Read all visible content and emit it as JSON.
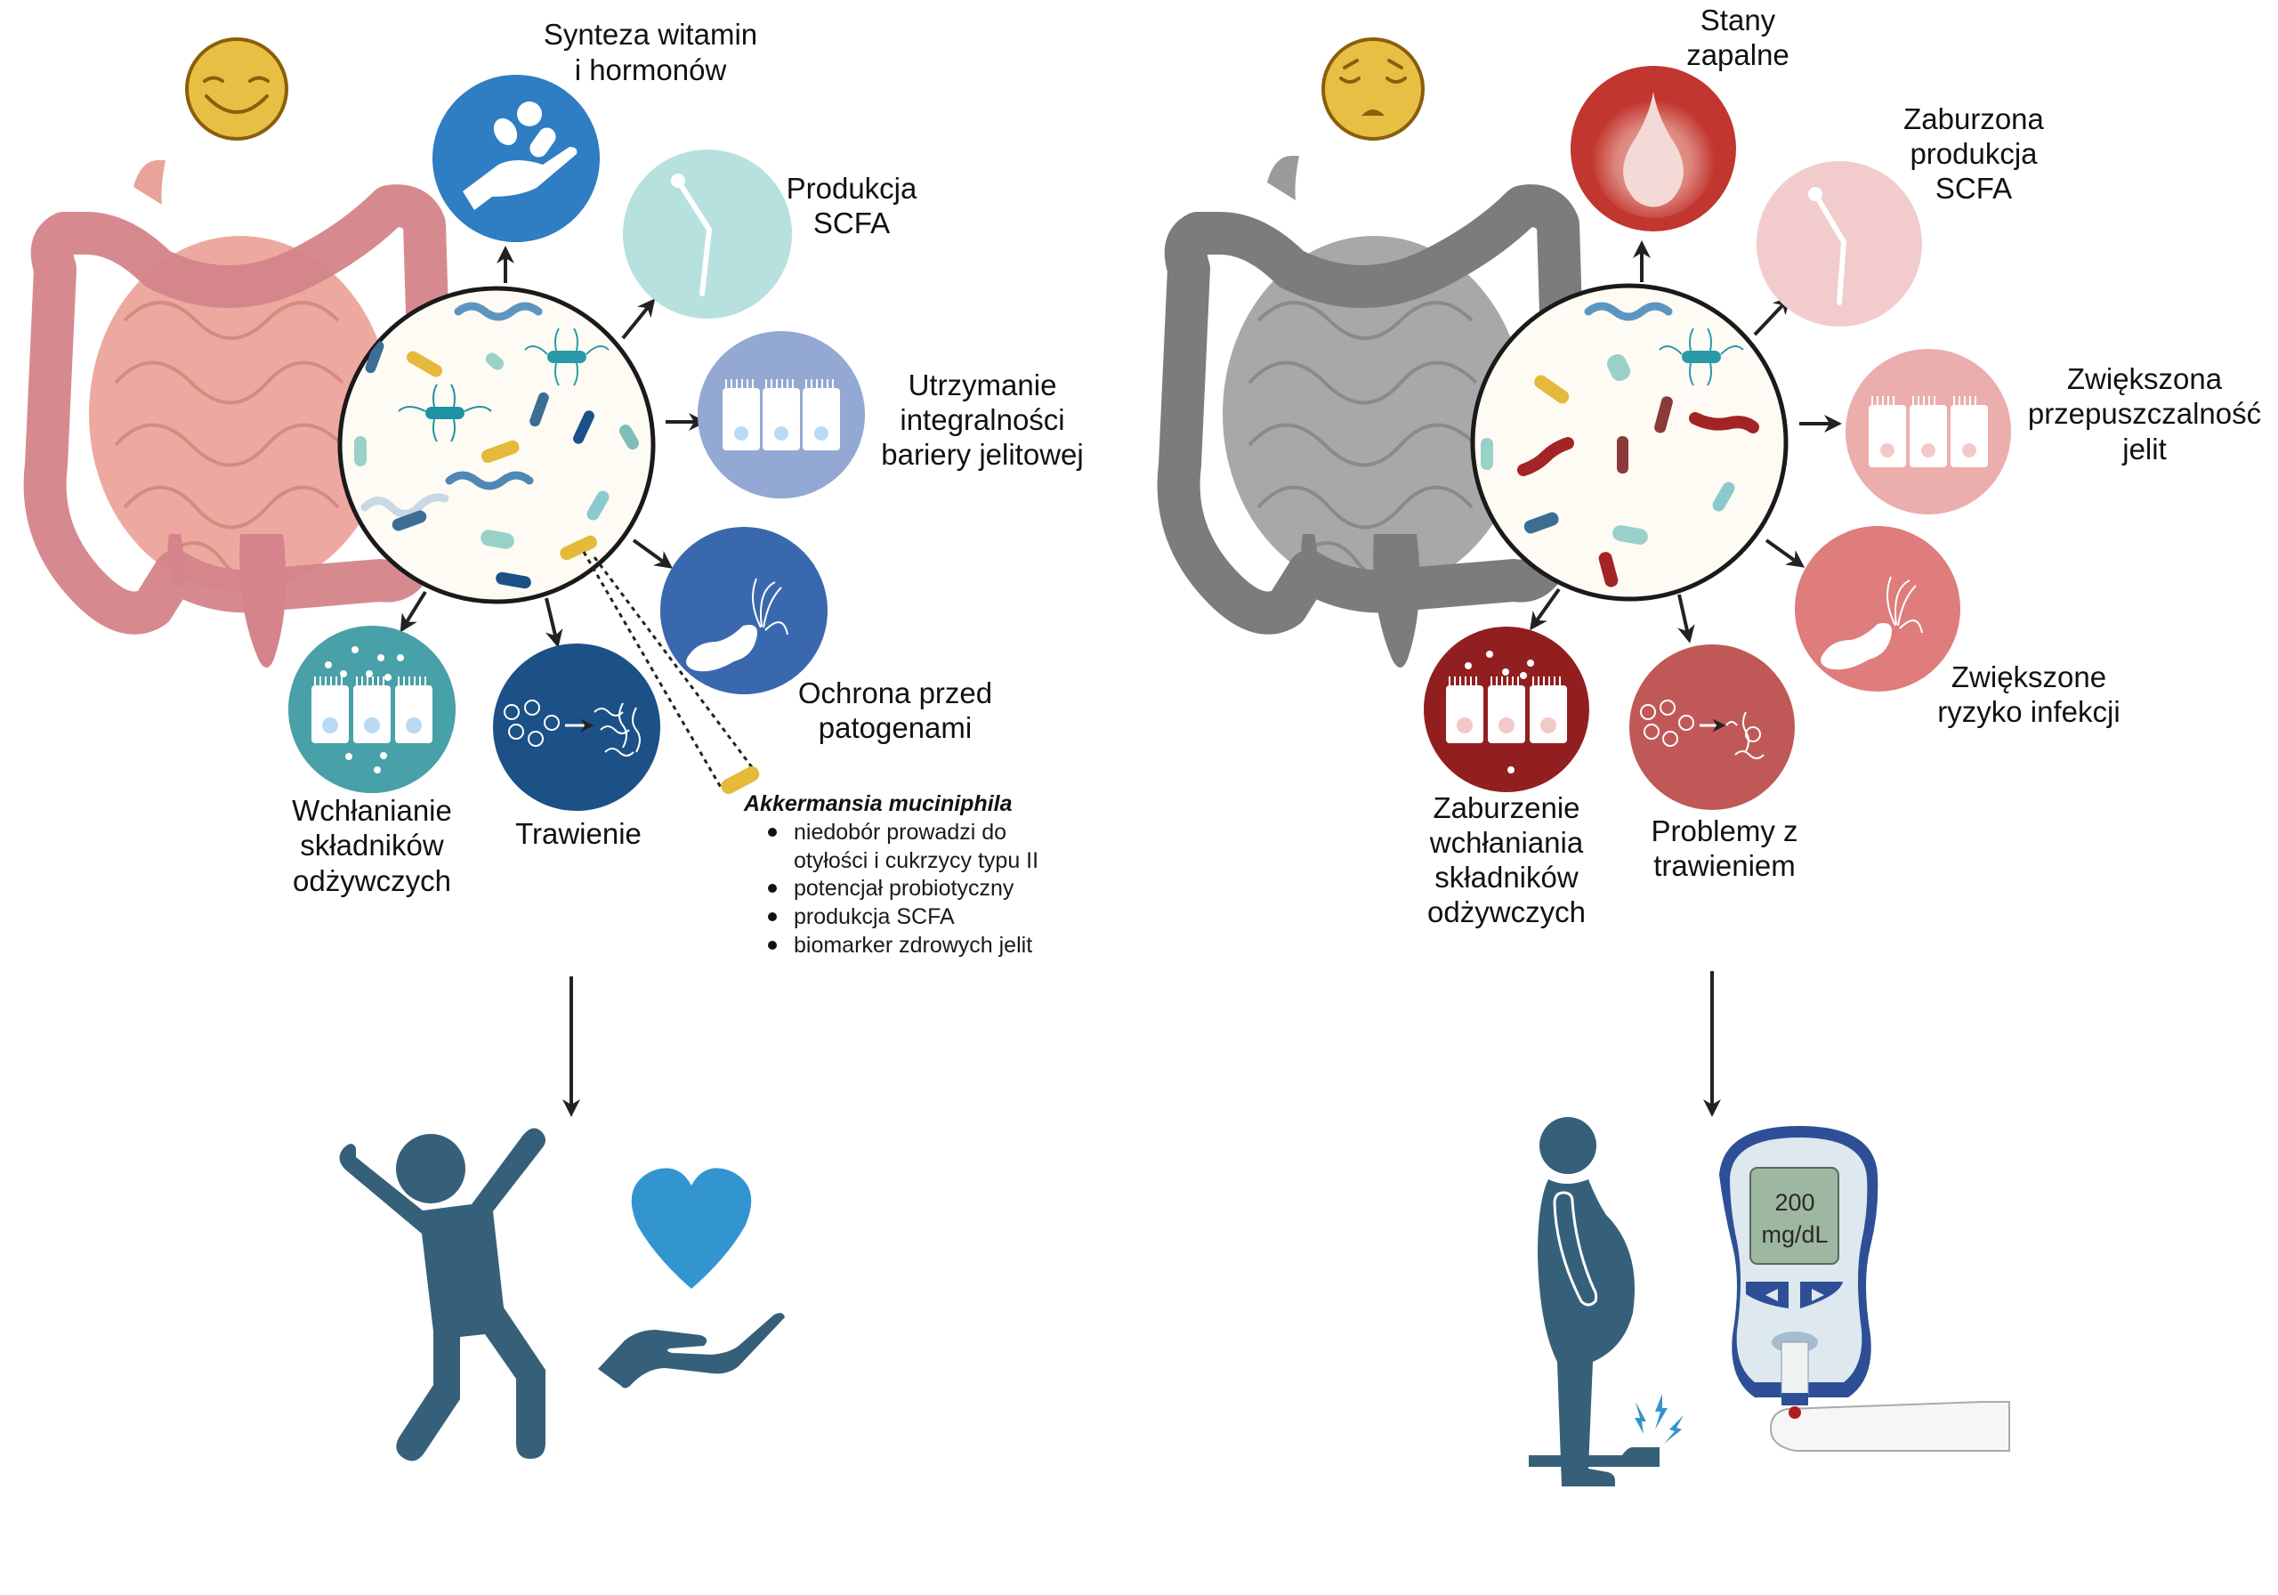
{
  "healthy": {
    "mood": "happy-face",
    "effects": [
      {
        "id": "vitamins",
        "lines": [
          "Synteza witamin",
          "i hormonów"
        ],
        "icon": "hand-pills-icon",
        "color": "#2F7DC2"
      },
      {
        "id": "scfa",
        "lines": [
          "Produkcja",
          "SCFA"
        ],
        "icon": "scfa-molecule-icon",
        "color": "#B6E1DE"
      },
      {
        "id": "barrier",
        "lines": [
          "Utrzymanie",
          "integralności",
          "bariery jelitowej"
        ],
        "icon": "epithelium-icon",
        "color": "#93A8D3"
      },
      {
        "id": "pathogens",
        "lines": [
          "Ochrona przed",
          "patogenami"
        ],
        "icon": "pathogen-bacterium-icon",
        "color": "#3A68AE"
      },
      {
        "id": "absorption",
        "lines": [
          "Wchłanianie",
          "składników",
          "odżywczych"
        ],
        "icon": "absorbing-epithelium-icon",
        "color": "#48A0A8"
      },
      {
        "id": "digestion",
        "lines": [
          "Trawienie"
        ],
        "icon": "digestion-icon",
        "color": "#1C5187"
      }
    ],
    "akkermansia": {
      "title": "Akkermansia muciniphila",
      "items": [
        "niedobór prowadzi do",
        "otyłości i cukrzycy typu II",
        "potencjał probiotyczny",
        "produkcja SCFA",
        "biomarker zdrowych jelit"
      ],
      "item_bullets": [
        true,
        false,
        true,
        true,
        true
      ]
    },
    "outcome": [
      "happy-person-icon",
      "heart-in-hand-icon"
    ]
  },
  "dysbiosis": {
    "mood": "sad-face",
    "effects": [
      {
        "id": "inflammation",
        "lines": [
          "Stany",
          "zapalne"
        ],
        "icon": "flame-icon",
        "color": "#C1362F"
      },
      {
        "id": "scfa",
        "lines": [
          "Zaburzona",
          "produkcja",
          "SCFA"
        ],
        "icon": "scfa-molecule-icon",
        "color": "#F2CCCC"
      },
      {
        "id": "permeability",
        "lines": [
          "Zwiększona",
          "przepuszczalność",
          "jelit"
        ],
        "icon": "epithelium-icon",
        "color": "#ECADAD"
      },
      {
        "id": "infection",
        "lines": [
          "Zwiększone",
          "ryzyko infekcji"
        ],
        "icon": "pathogen-bacterium-icon",
        "color": "#DF7C7C"
      },
      {
        "id": "malabsorption",
        "lines": [
          "Zaburzenie",
          "wchłaniania",
          "składników",
          "odżywczych"
        ],
        "icon": "absorbing-epithelium-icon",
        "color": "#921F1F"
      },
      {
        "id": "digestion",
        "lines": [
          "Problemy z",
          "trawieniem"
        ],
        "icon": "digestion-icon",
        "color": "#C05858"
      }
    ],
    "glucometer": {
      "value": "200",
      "unit": "mg/dL"
    },
    "outcome": [
      "obese-person-on-scale-icon",
      "glucometer-icon"
    ]
  }
}
